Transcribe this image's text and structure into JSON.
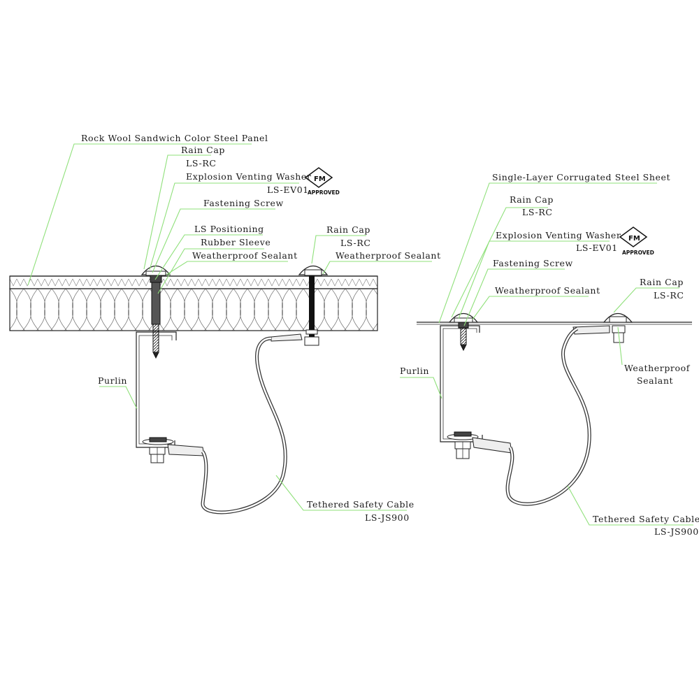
{
  "left": {
    "panel_label": "Rock Wool Sandwich Color Steel Panel",
    "rain_cap": "Rain Cap",
    "rain_cap_code": "LS-RC",
    "washer": "Explosion Venting Washer",
    "washer_code": "LS-EV01",
    "fm_mark": "FM",
    "fm_approved": "APPROVED",
    "fastening_screw": "Fastening Screw",
    "positioning": "LS Positioning",
    "rubber_sleeve": "Rubber Sleeve",
    "sealant_a": "Weatherproof Sealant",
    "rain_cap_2": "Rain Cap",
    "rain_cap_2_code": "LS-RC",
    "sealant_b": "Weatherproof Sealant",
    "purlin": "Purlin",
    "cable": "Tethered Safety Cable",
    "cable_code": "LS-JS900"
  },
  "right": {
    "sheet_label": "Single-Layer Corrugated Steel Sheet",
    "rain_cap": "Rain Cap",
    "rain_cap_code": "LS-RC",
    "washer": "Explosion Venting Washer",
    "washer_code": "LS-EV01",
    "fm_mark": "FM",
    "fm_approved": "APPROVED",
    "fastening_screw": "Fastening Screw",
    "sealant_a": "Weatherproof Sealant",
    "rain_cap_2": "Rain Cap",
    "rain_cap_2_code": "LS-RC",
    "sealant_b_line1": "Weatherproof",
    "sealant_b_line2": "Sealant",
    "purlin": "Purlin",
    "cable": "Tethered Safety Cable",
    "cable_code": "LS-JS900"
  },
  "colors": {
    "leader": "#8fe07a",
    "line": "#222222"
  }
}
